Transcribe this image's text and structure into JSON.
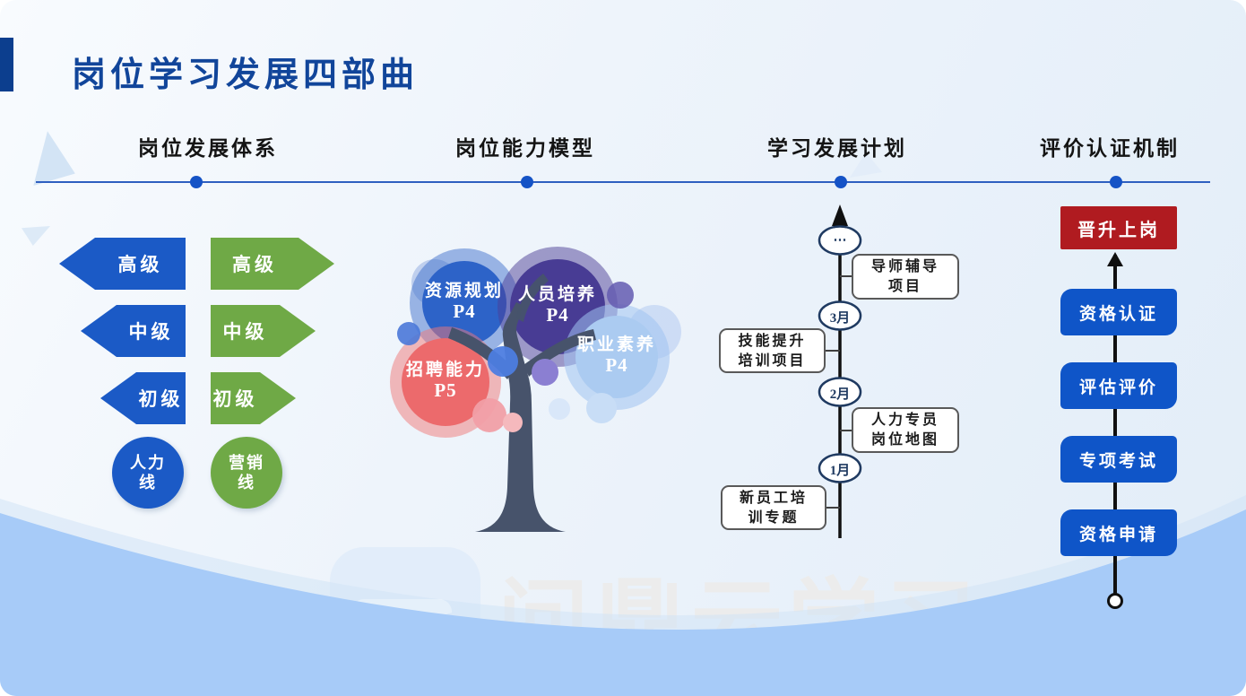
{
  "title": "岗位学习发展四部曲",
  "watermark": "问鼎云学习",
  "colors": {
    "title_navy": "#11459a",
    "arrow_blue": "#1b5ac6",
    "arrow_green": "#6fa946",
    "cert_blue": "#0f55c8",
    "cert_red": "#b01b20",
    "wave_blue": "#a7cbf8",
    "trunk": "#47536b"
  },
  "sections": [
    {
      "title": "岗位发展体系",
      "hr": {
        "levels": [
          "高级",
          "中级",
          "初级"
        ],
        "track": "人力线",
        "track_lines": [
          "人力",
          "线"
        ]
      },
      "mkt": {
        "levels": [
          "高级",
          "中级",
          "初级"
        ],
        "track": "营销线",
        "track_lines": [
          "营销",
          "线"
        ]
      }
    },
    {
      "title": "岗位能力模型",
      "bubbles": [
        {
          "name": "资源规划",
          "level": "P4"
        },
        {
          "name": "人员培养",
          "level": "P4"
        },
        {
          "name": "职业素养",
          "level": "P4"
        },
        {
          "name": "招聘能力",
          "level": "P5"
        }
      ]
    },
    {
      "title": "学习发展计划",
      "milestones": [
        "⋯",
        "3月",
        "2月",
        "1月"
      ],
      "items": [
        {
          "line1": "导师辅导",
          "line2": "项目"
        },
        {
          "line1": "技能提升",
          "line2": "培训项目"
        },
        {
          "line1": "人力专员",
          "line2": "岗位地图"
        },
        {
          "line1": "新员工培",
          "line2": "训专题"
        }
      ]
    },
    {
      "title": "评价认证机制",
      "steps": [
        "晋升上岗",
        "资格认证",
        "评估评价",
        "专项考试",
        "资格申请"
      ]
    }
  ]
}
